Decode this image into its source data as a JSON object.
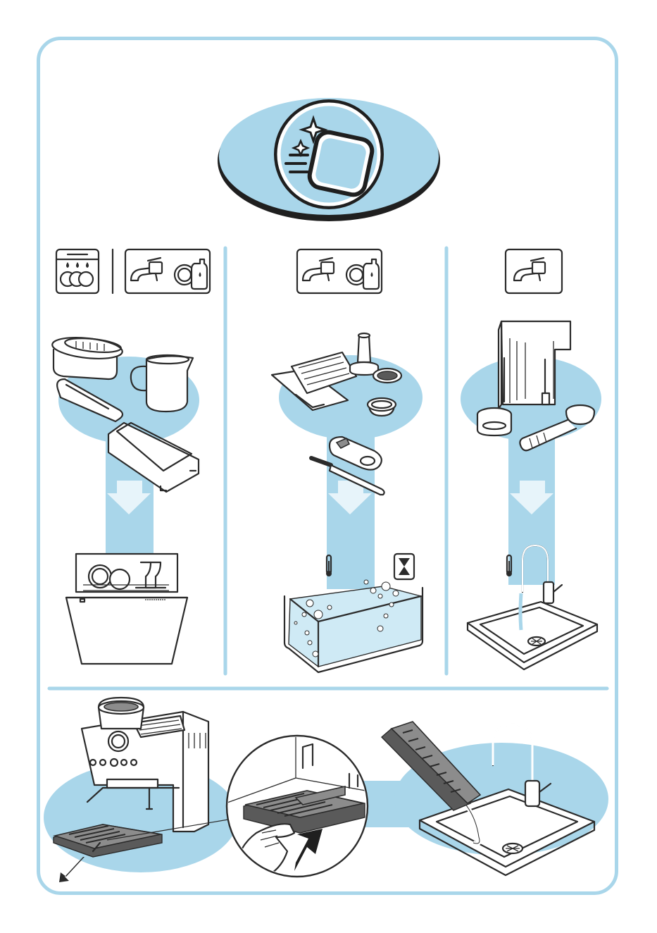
{
  "page": {
    "background": "#ffffff",
    "accent_blue": "#a9d6ea",
    "light_blue": "#d2ebf6",
    "line_color": "#2b2b2b",
    "water_color": "#cfeaf5"
  },
  "icons": {
    "header": "cleaning-sparkle-icon",
    "column_1": [
      "dishwasher-safe-icon",
      "tap-water-icon",
      "dish-detergent-icon"
    ],
    "column_2": [
      "tap-water-icon",
      "dish-detergent-icon"
    ],
    "column_3": [
      "tap-water-icon"
    ],
    "water_temperature": "thermometer-icon",
    "soak_time": "hourglass-icon"
  },
  "columns": [
    {
      "id": "dishwasher",
      "parts": [
        "water-filter-holder",
        "milk-jug",
        "cleaning-tool",
        "drip-tray-base"
      ],
      "method": "dishwasher"
    },
    {
      "id": "soak",
      "parts": [
        "drip-tray-grid",
        "tamper",
        "filter-basket-single",
        "filter-basket-double",
        "cleaning-disc-tool",
        "cleaning-brush"
      ],
      "method": "soak-in-warm-soapy-water"
    },
    {
      "id": "rinse",
      "parts": [
        "water-tank",
        "cleaning-disc",
        "portafilter"
      ],
      "method": "rinse-under-tap"
    }
  ],
  "steps": [
    "remove-drip-tray",
    "push-tray-release",
    "rinse-tray-under-tap"
  ]
}
